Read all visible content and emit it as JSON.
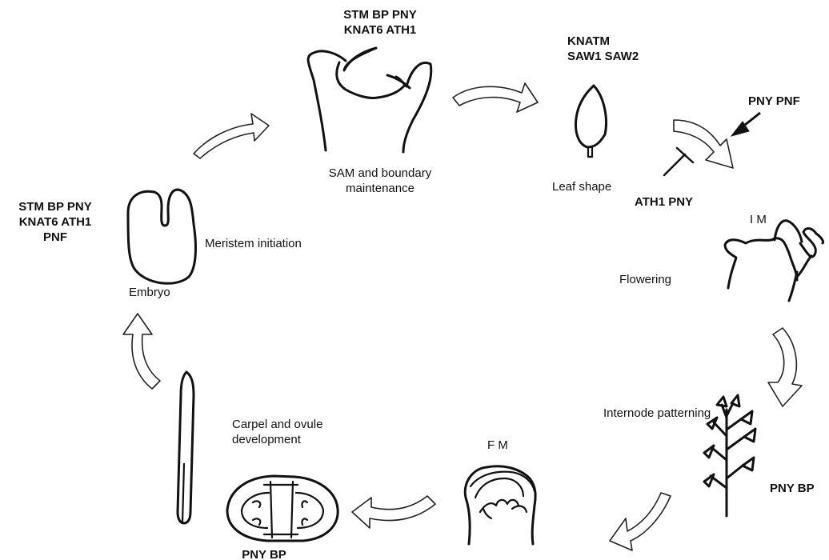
{
  "genes": {
    "sam": [
      "STM  BP  PNY",
      "KNAT6  ATH1"
    ],
    "leaf": [
      "KNATM",
      "SAW1 SAW2"
    ],
    "embryo": [
      "STM  BP  PNY",
      "KNAT6  ATH1",
      "PNF"
    ],
    "activator": "PNY PNF",
    "repressor": "ATH1 PNY",
    "internode": "PNY BP",
    "carpel": "PNY BP"
  },
  "stages": {
    "sam": [
      "SAM and boundary",
      "maintenance"
    ],
    "leaf": "Leaf shape",
    "im": "I M",
    "flowering": "Flowering",
    "internode": "Internode patterning",
    "fm": "F M",
    "carpel": [
      "Carpel and ovule",
      "development"
    ],
    "meristem": "Meristem initiation",
    "embryo": "Embryo"
  }
}
